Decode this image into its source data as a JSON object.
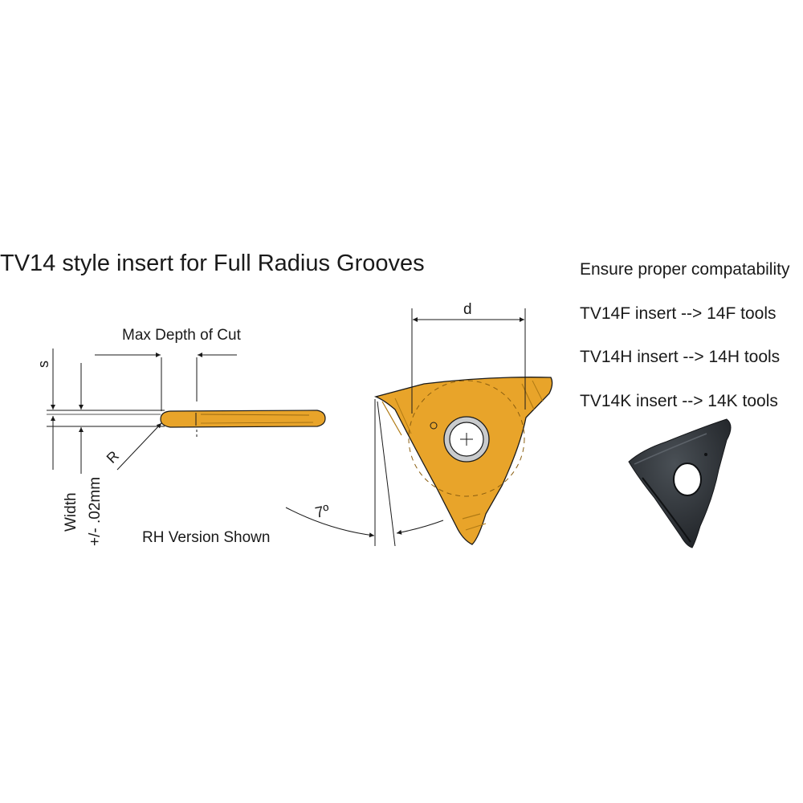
{
  "title": "TV14 style insert for Full Radius Grooves",
  "notes": [
    "Ensure proper compatability",
    "TV14F insert --> 14F tools",
    "TV14H insert --> 14H tools",
    "TV14K insert --> 14K tools"
  ],
  "side_view": {
    "max_depth_label": "Max Depth of Cut",
    "s_label": "s",
    "r_label": "R",
    "width_label": "Width",
    "tolerance_label": "+/- .02mm",
    "caption": "RH Version Shown"
  },
  "top_view": {
    "d_label": "d",
    "angle_label": "7º"
  },
  "colors": {
    "insert_gold": "#E8A42A",
    "insert_dark": "#2b2f33",
    "line": "#1a1a1a"
  }
}
